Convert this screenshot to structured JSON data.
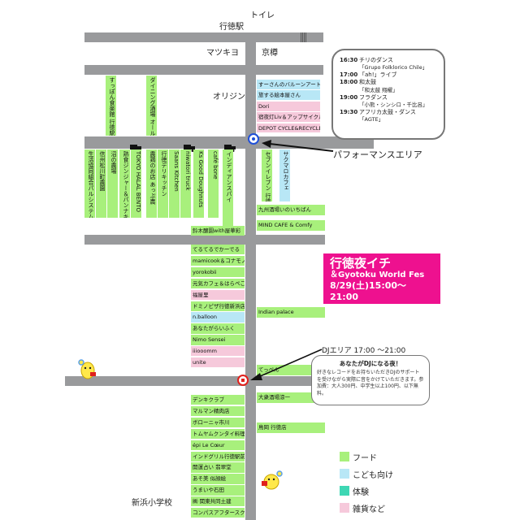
{
  "places": {
    "toilet": "トイレ",
    "station": "行徳駅",
    "matsukiyo": "マツキヨ",
    "kyobashi": "京樽",
    "origin": "オリジン",
    "school": "新浜小学校",
    "performance_area": "パフォーマンスエリア",
    "dj_area": "DJエリア 17:00 〜21:00"
  },
  "schedule": [
    {
      "time": "16:30",
      "title": "チリのダンス",
      "sub": "「Grupo  Folklorico Chile」"
    },
    {
      "time": "17:00",
      "title": "「ah!」ライブ",
      "sub": ""
    },
    {
      "time": "18:00",
      "title": "和太鼓",
      "sub": "「和太鼓 翔櫂」"
    },
    {
      "time": "19:00",
      "title": "フラダンス",
      "sub": "「小熊・シンシロ・千比呂」"
    },
    {
      "time": "19:30",
      "title": "アフリカ太鼓・ダンス",
      "sub": "「AGTE」"
    }
  ],
  "event": {
    "title": "行徳夜イチ",
    "subtitle": "＆Gyotoku  World Fes",
    "date": "8/29(土)15:00〜21:00"
  },
  "dj_box": {
    "heading": "あなたがDJになる夜！",
    "text": "好きなレコードをお持ちいただきDJのサポートを受けながら実際に音をかけていただきます。参加費：大人300円、中学生以上100円、以下無料。"
  },
  "legend": [
    {
      "label": "フード",
      "color": "#a8f07c"
    },
    {
      "label": "こども向け",
      "color": "#b8e7f6"
    },
    {
      "label": "体験",
      "color": "#3ed7b4"
    },
    {
      "label": "雑貨など",
      "color": "#f6c9db"
    }
  ],
  "right_top_stalls": [
    {
      "label": "すーさんのバルーンアート",
      "cat": "kids"
    },
    {
      "label": "旅する絵本屋さん",
      "cat": "kids"
    },
    {
      "label": "Dori",
      "cat": "goods"
    },
    {
      "label": "宿夜灯Liv＆アップサイクル",
      "cat": "goods"
    },
    {
      "label": "DEPOT  CYCLE&RECYCLE",
      "cat": "goods"
    }
  ],
  "upper_vertical_stalls": [
    {
      "label": "すっぽん食楽館 行徳駅前",
      "cat": "food"
    },
    {
      "label": "ダイニング酒場 オールブルー",
      "cat": "food"
    }
  ],
  "middle_vertical_stalls": [
    {
      "label": "生活協同組合パルシステム千葉",
      "cat": "food"
    },
    {
      "label": "信州松川町農園",
      "cat": "food"
    },
    {
      "label": "沼の農場",
      "cat": "food"
    },
    {
      "label": "熟食ジンジャー＆パンナキン",
      "cat": "food"
    },
    {
      "label": "TOKYO HALAL BENTO",
      "cat": "food"
    },
    {
      "label": "農鶏のお店 あっぷ農",
      "cat": "food"
    },
    {
      "label": "行徳デリキッチン",
      "cat": "food"
    },
    {
      "label": "Saans Kitchen",
      "cat": "food"
    },
    {
      "label": "niwatori  truck",
      "cat": "food"
    },
    {
      "label": "Ks Good Doughnuts",
      "cat": "food"
    },
    {
      "label": "café bone",
      "cat": "food"
    },
    {
      "label": "インディアンスパイ",
      "cat": "food"
    }
  ],
  "east_vertical_stalls": [
    {
      "label": "セブンイレブン 行徳駅前店",
      "cat": "food"
    },
    {
      "label": "サクマロカフェ",
      "cat": "kids"
    }
  ],
  "east_stalls": [
    {
      "label": "九州酒場いのいちばん",
      "cat": "food"
    },
    {
      "label": "MIND CAFE & Comfy",
      "cat": "food"
    },
    {
      "label": "Indian  palace",
      "cat": "food"
    },
    {
      "label": "てっぺん",
      "cat": "food"
    },
    {
      "label": "大衆酒場涼一",
      "cat": "food"
    },
    {
      "label": "鳥岡  行徳店",
      "cat": "food"
    }
  ],
  "west_stalls_top": [
    {
      "label": "鈴木醸園with屋華彩",
      "cat": "food"
    }
  ],
  "west_stalls_mid": [
    {
      "label": "てるてるでかーでる",
      "cat": "food"
    },
    {
      "label": "mamicook＆コナモノヤム",
      "cat": "food"
    },
    {
      "label": "yorokobii",
      "cat": "food"
    },
    {
      "label": "元気カフェ＆はらぺこらぼ",
      "cat": "food"
    },
    {
      "label": "福屋里",
      "cat": "goods"
    },
    {
      "label": "ドミノピザ行徳新浜店",
      "cat": "food"
    },
    {
      "label": "n.balloon",
      "cat": "kids"
    },
    {
      "label": "あなたがらいふく",
      "cat": "food"
    },
    {
      "label": "Nimo Sensei",
      "cat": "food"
    },
    {
      "label": "iiiooomm",
      "cat": "goods"
    },
    {
      "label": "unite",
      "cat": "goods"
    }
  ],
  "west_stalls_bottom": [
    {
      "label": "デンキクラブ",
      "cat": "food"
    },
    {
      "label": "マルマン精肉店",
      "cat": "food"
    },
    {
      "label": "ボローニャ市川",
      "cat": "food"
    },
    {
      "label": "トムヤムクンタイ料理",
      "cat": "food"
    },
    {
      "label": "épi Le Cœur",
      "cat": "food"
    },
    {
      "label": "インドグリル行徳駅前店",
      "cat": "food"
    },
    {
      "label": "開運占い 翡翠堂",
      "cat": "food"
    },
    {
      "label": "あそ美  似顔絵",
      "cat": "food"
    },
    {
      "label": "うまいや石田",
      "cat": "food"
    },
    {
      "label": "㈱ 関東共同土建",
      "cat": "food"
    },
    {
      "label": "コンパスアフタースクール",
      "cat": "food"
    }
  ]
}
